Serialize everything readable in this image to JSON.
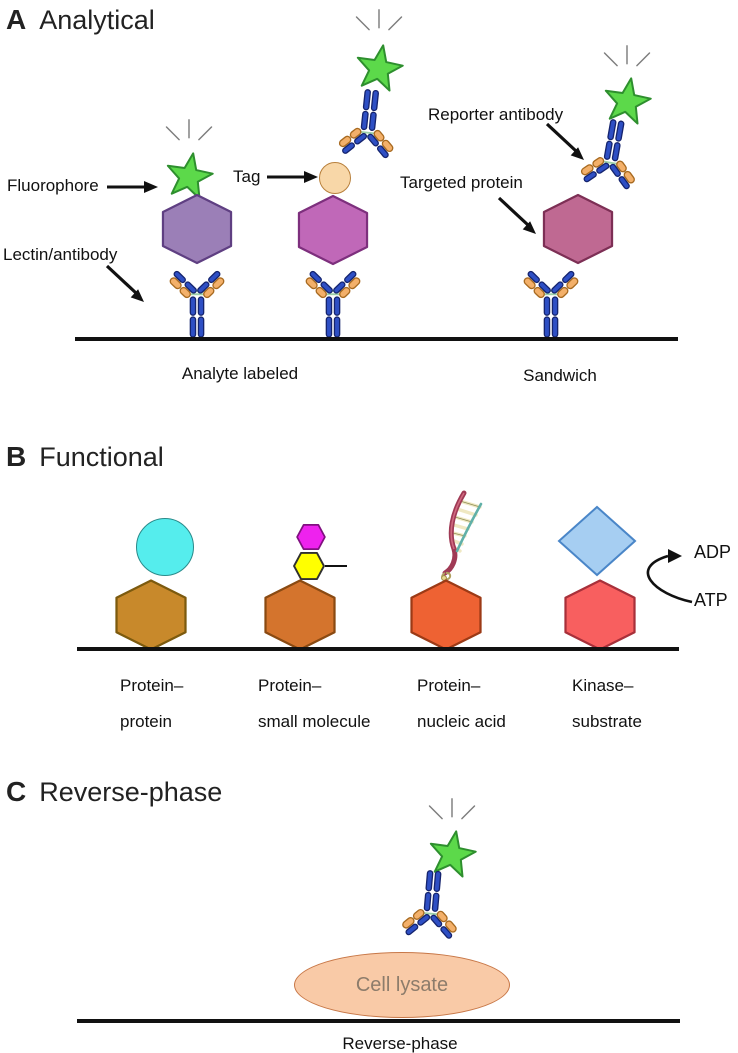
{
  "figure": {
    "panel_a": {
      "label": "A",
      "title": "Analytical",
      "annotations": {
        "fluorophore": "Fluorophore",
        "lectin_antibody": "Lectin/antibody",
        "tag": "Tag",
        "reporter_antibody": "Reporter antibody",
        "targeted_protein": "Targeted protein"
      },
      "captions": {
        "left": "Analyte labeled",
        "right": "Sandwich"
      }
    },
    "panel_b": {
      "label": "B",
      "title": "Functional",
      "items": [
        {
          "line1": "Protein–",
          "line2": "protein"
        },
        {
          "line1": "Protein–",
          "line2": "small molecule"
        },
        {
          "line1": "Protein–",
          "line2": "nucleic acid"
        },
        {
          "line1": "Kinase–",
          "line2": "substrate"
        }
      ],
      "reaction": {
        "product": "ADP",
        "substrate": "ATP"
      }
    },
    "panel_c": {
      "label": "C",
      "title": "Reverse-phase",
      "spot_label": "Cell lysate",
      "caption": "Reverse-phase"
    },
    "colors": {
      "star_green": "#5cd94a",
      "antibody_blue": "#2e4fc4",
      "antibody_orange": "#f3b06a",
      "hexagon_purple": "#9b7fb7",
      "hexagon_orchid": "#c068b8",
      "hexagon_mauve": "#bf6992",
      "tag_circle_peach": "#f8d7a8",
      "circle_cyan": "#55eded",
      "hexagon_gold": "#c8892b",
      "hexagon_orange": "#d4742d",
      "hexagon_orange_red": "#ee6233",
      "hexagon_red": "#f85f5f",
      "hexagon_magenta": "#ee22ee",
      "hexagon_yellow": "#ffff00",
      "diamond_blue": "#a6cef2",
      "lysate_peach": "#f9caa7"
    }
  }
}
